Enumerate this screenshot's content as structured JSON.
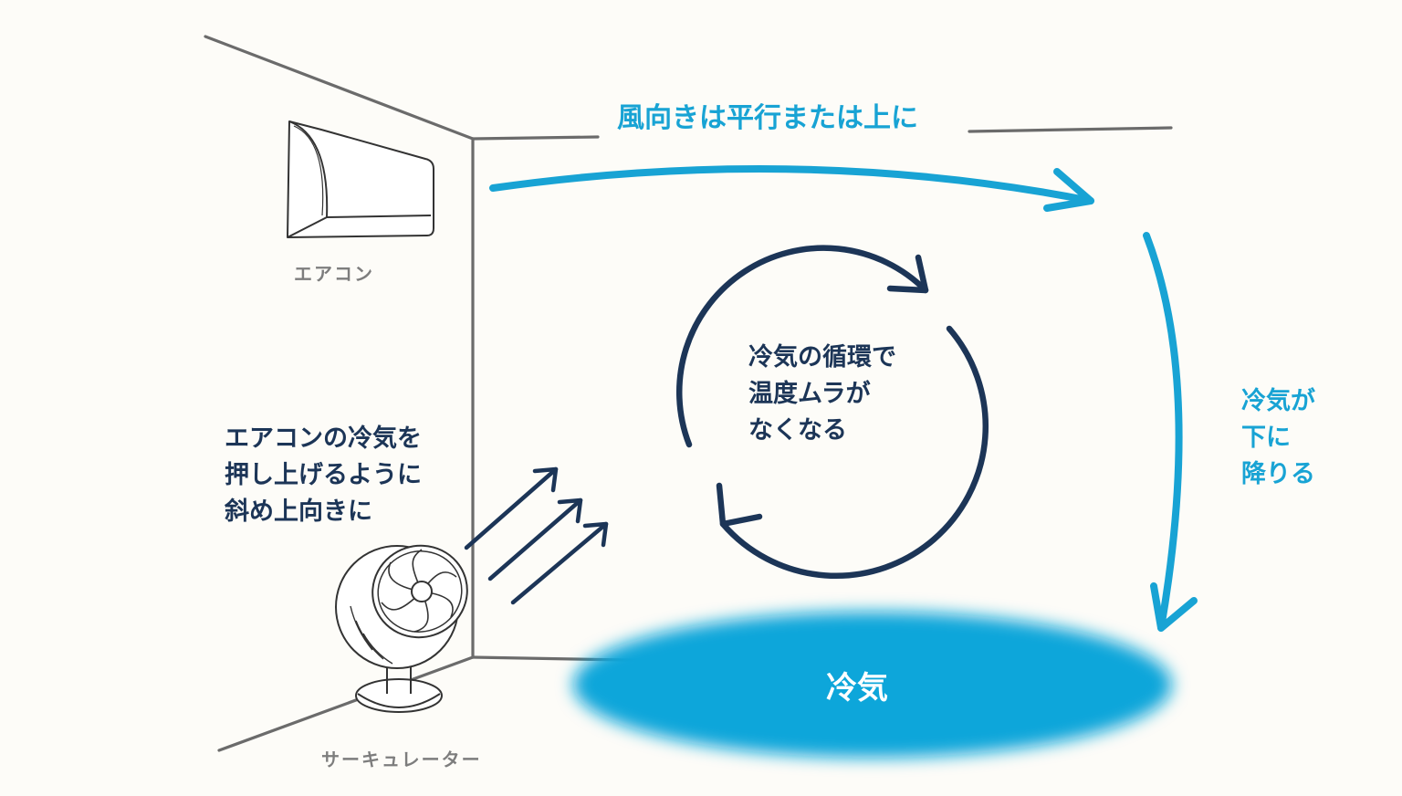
{
  "labels": {
    "air_conditioner": "エアコン",
    "circulator": "サーキュレーター",
    "wind_direction": "風向きは平行または上に",
    "circulator_instruction": [
      "エアコンの冷気を",
      "押し上げるように",
      "斜め上向きに"
    ],
    "circulation_effect": [
      "冷気の循環で",
      "温度ムラが",
      "なくなる"
    ],
    "cold_air_falls": [
      "冷気が",
      "下に",
      "降りる"
    ],
    "cold_air": "冷気"
  },
  "colors": {
    "background": "#fdfcf8",
    "wall_line": "#6b6b6b",
    "cyan_accent": "#18a3d4",
    "navy": "#1c3557",
    "cold_pool": "#0ca6da",
    "muted_label": "#7d7d7d"
  },
  "icons": {
    "air_conditioner": "air-conditioner-icon",
    "circulator": "circulator-fan-icon"
  }
}
